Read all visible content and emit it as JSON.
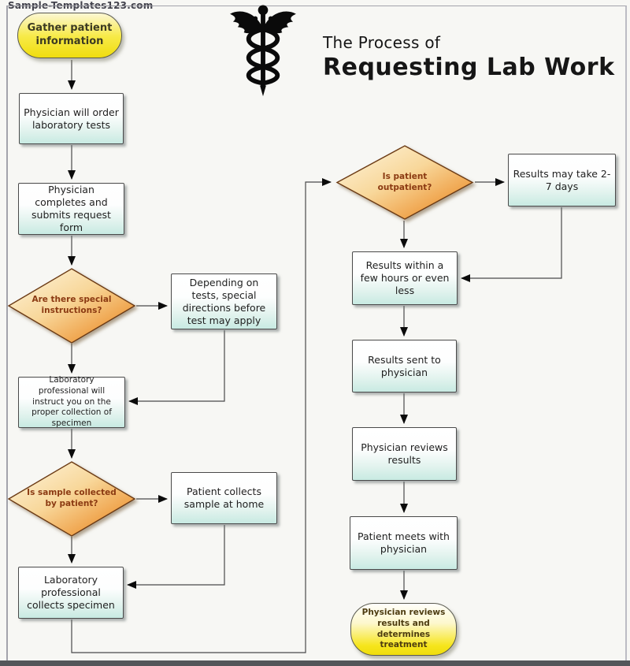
{
  "watermark": "Sample-Templates123.com",
  "title": {
    "line1": "The Process of",
    "line2": "Requesting Lab Work"
  },
  "icons": {
    "caduceus": "caduceus-medical-symbol"
  },
  "colors": {
    "process_fill_bottom": "#c8eae2",
    "diamond_orange": "#ec8316",
    "diamond_text": "#8b3a12",
    "terminator_yellow": "#f0dd0e",
    "line_color": "#4a4a4a",
    "frame_gray": "#a3a3ab",
    "bottom_bar": "#54565a"
  },
  "nodes": {
    "start": "Gather patient information",
    "order_tests": "Physician will order laboratory tests",
    "submit_form": "Physician completes and submits request form",
    "special_instructions": "Are there special instructions?",
    "special_directions": "Depending on tests, special directions before test may apply",
    "instruct_collection": "Laboratory professional will instruct you on the proper collection of specimen",
    "sample_by_patient": "Is sample collected by patient?",
    "collect_home": "Patient collects sample at home",
    "professional_collects": "Laboratory professional collects specimen",
    "outpatient": "Is patient outpatient?",
    "results_2_7_days": "Results may take 2-7 days",
    "results_few_hours": "Results within a few hours or even less",
    "results_sent": "Results sent to physician",
    "physician_reviews": "Physician reviews results",
    "patient_meets": "Patient meets with physician",
    "end": "Physician reviews results and determines treatment"
  }
}
